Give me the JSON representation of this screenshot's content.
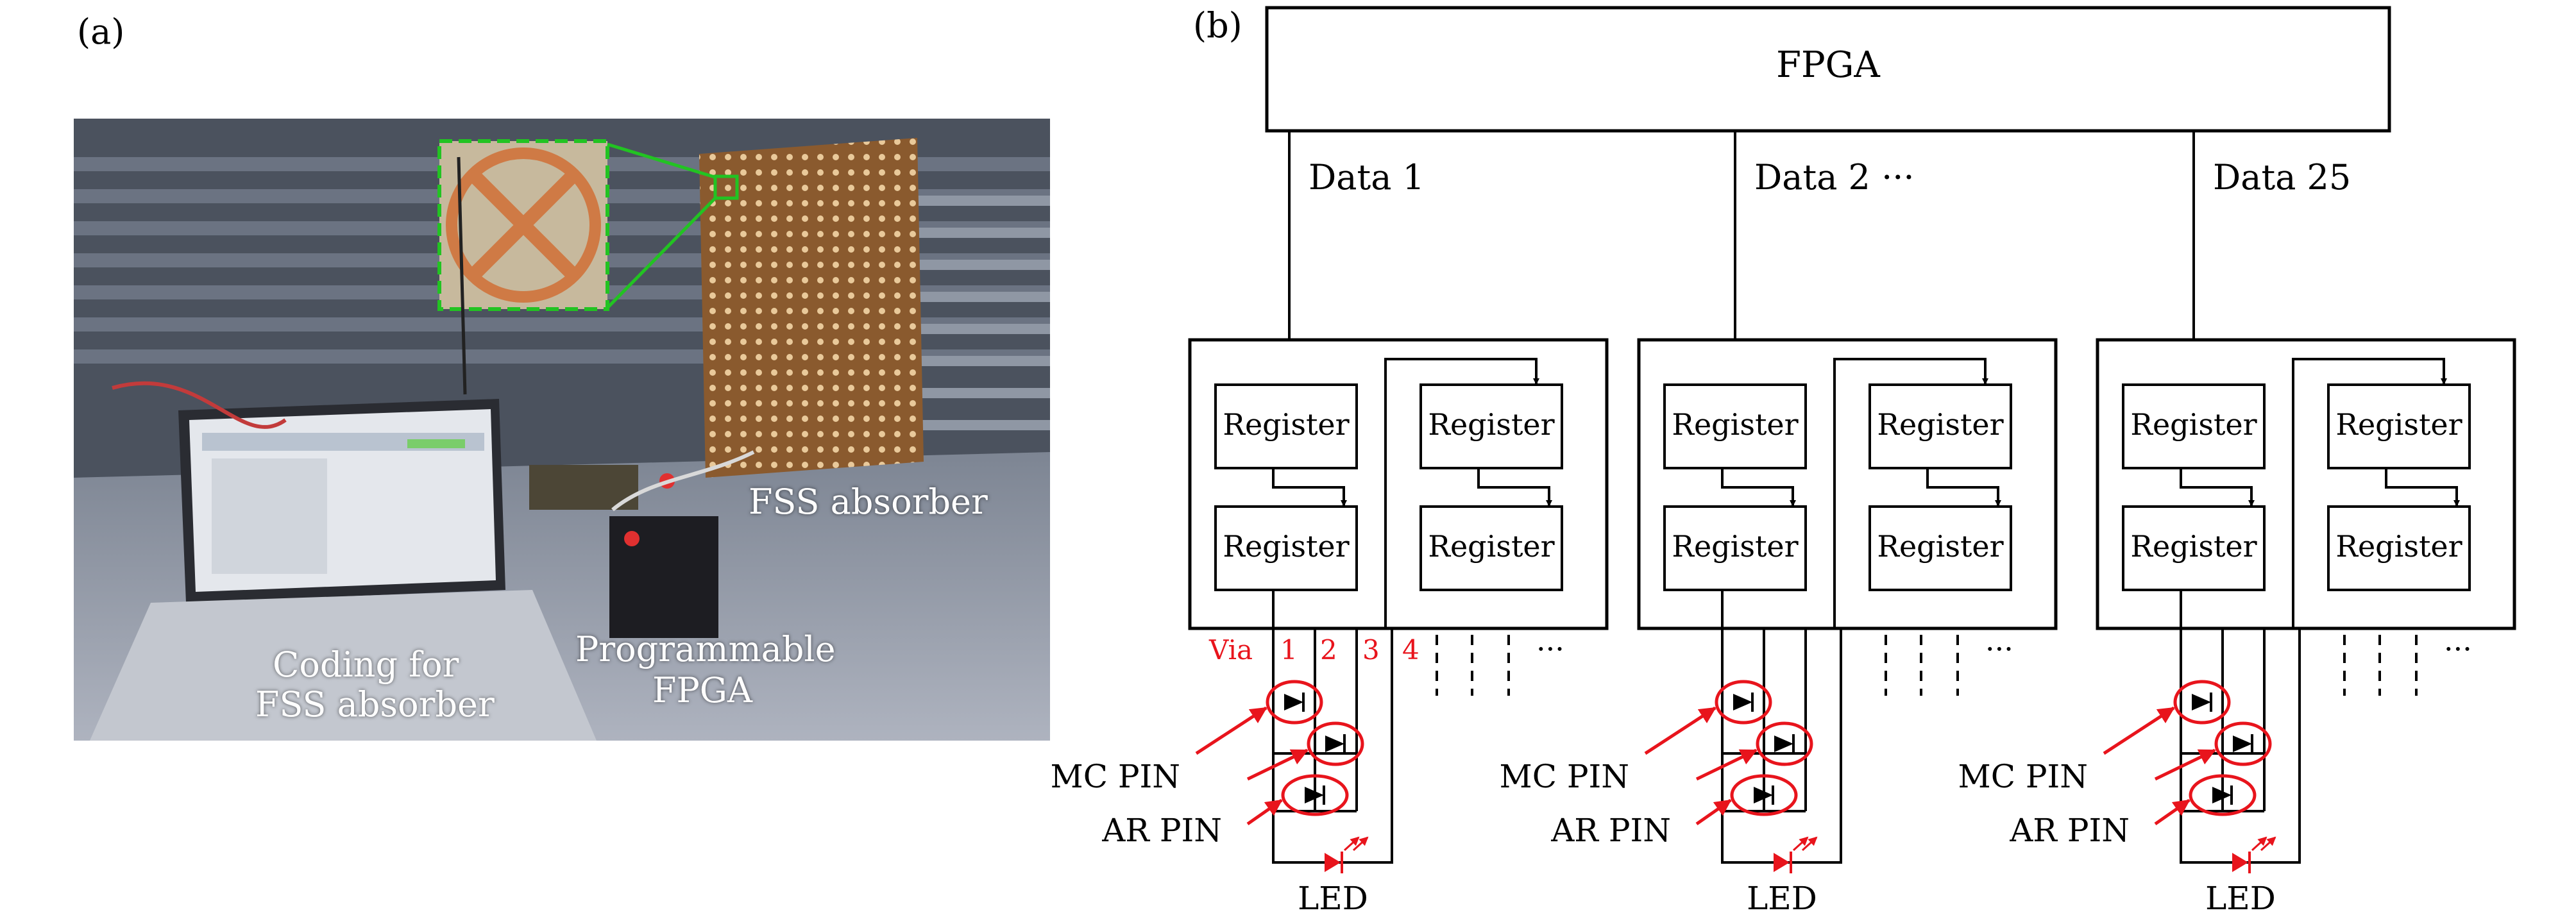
{
  "panel_a": {
    "label": "(a)",
    "labels": {
      "fss_absorber": "FSS absorber",
      "programmable_line1": "Programmable",
      "programmable_line2": "FPGA",
      "coding_line1": "Coding for",
      "coding_line2": "FSS absorber"
    }
  },
  "panel_b": {
    "label": "(b)",
    "fpga": "FPGA",
    "data_lines": [
      "Data 1",
      "Data 2 ···",
      "Data 25"
    ],
    "register_label": "Register",
    "via_label": "Via",
    "via_numbers": [
      "1",
      "2",
      "3",
      "4"
    ],
    "ellipsis": "···",
    "mc_pin": "MC PIN",
    "ar_pin": "AR PIN",
    "led": "LED",
    "colors": {
      "accent": "#e8141c",
      "line": "#000000"
    }
  }
}
